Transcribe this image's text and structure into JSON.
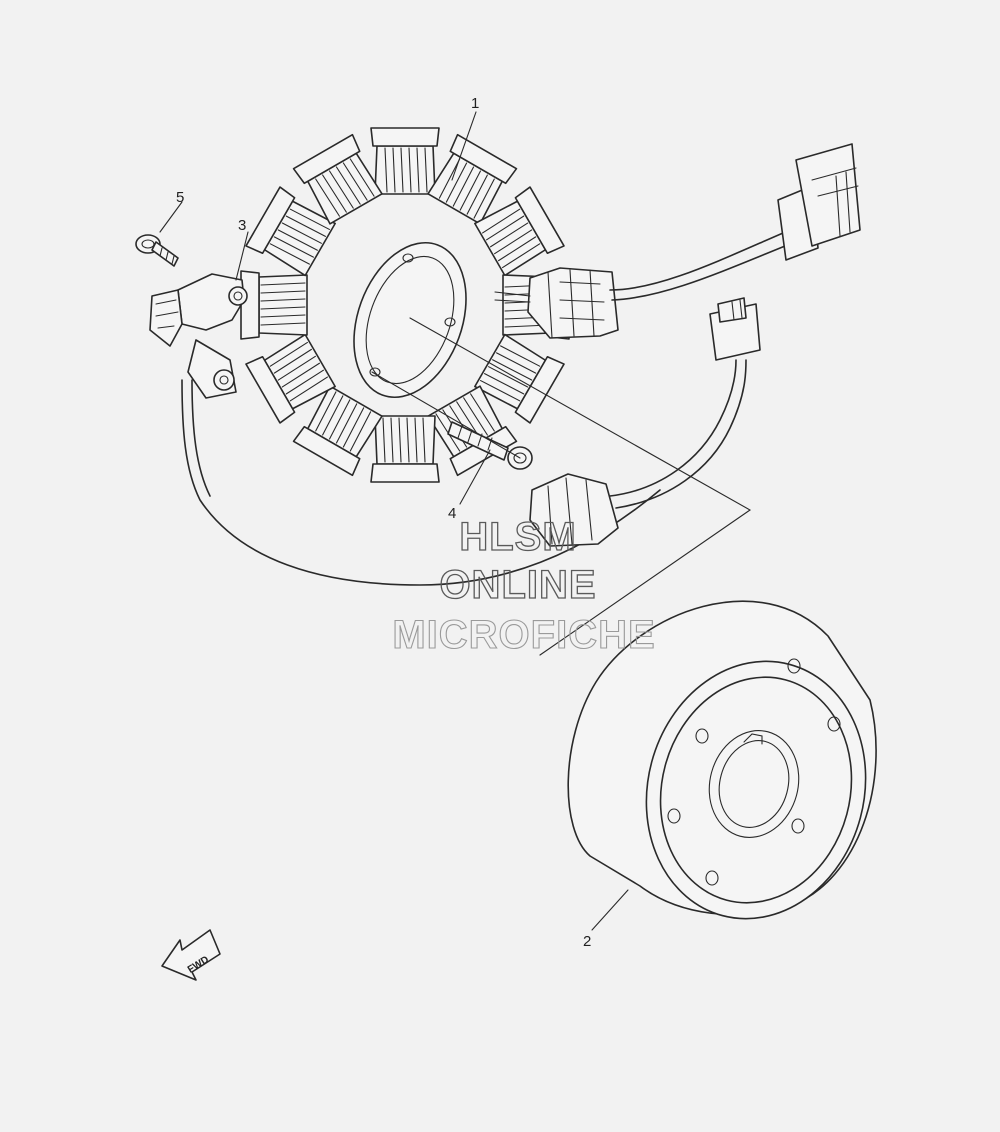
{
  "callouts": {
    "stator": "1",
    "rotor": "2",
    "pickup_coil": "3",
    "stator_screw": "4",
    "pickup_bolt": "5"
  },
  "fwd_label": "FWD",
  "watermark": {
    "line1": "HLSM",
    "line2": "ONLINE",
    "line3": "MICROFICHE"
  }
}
